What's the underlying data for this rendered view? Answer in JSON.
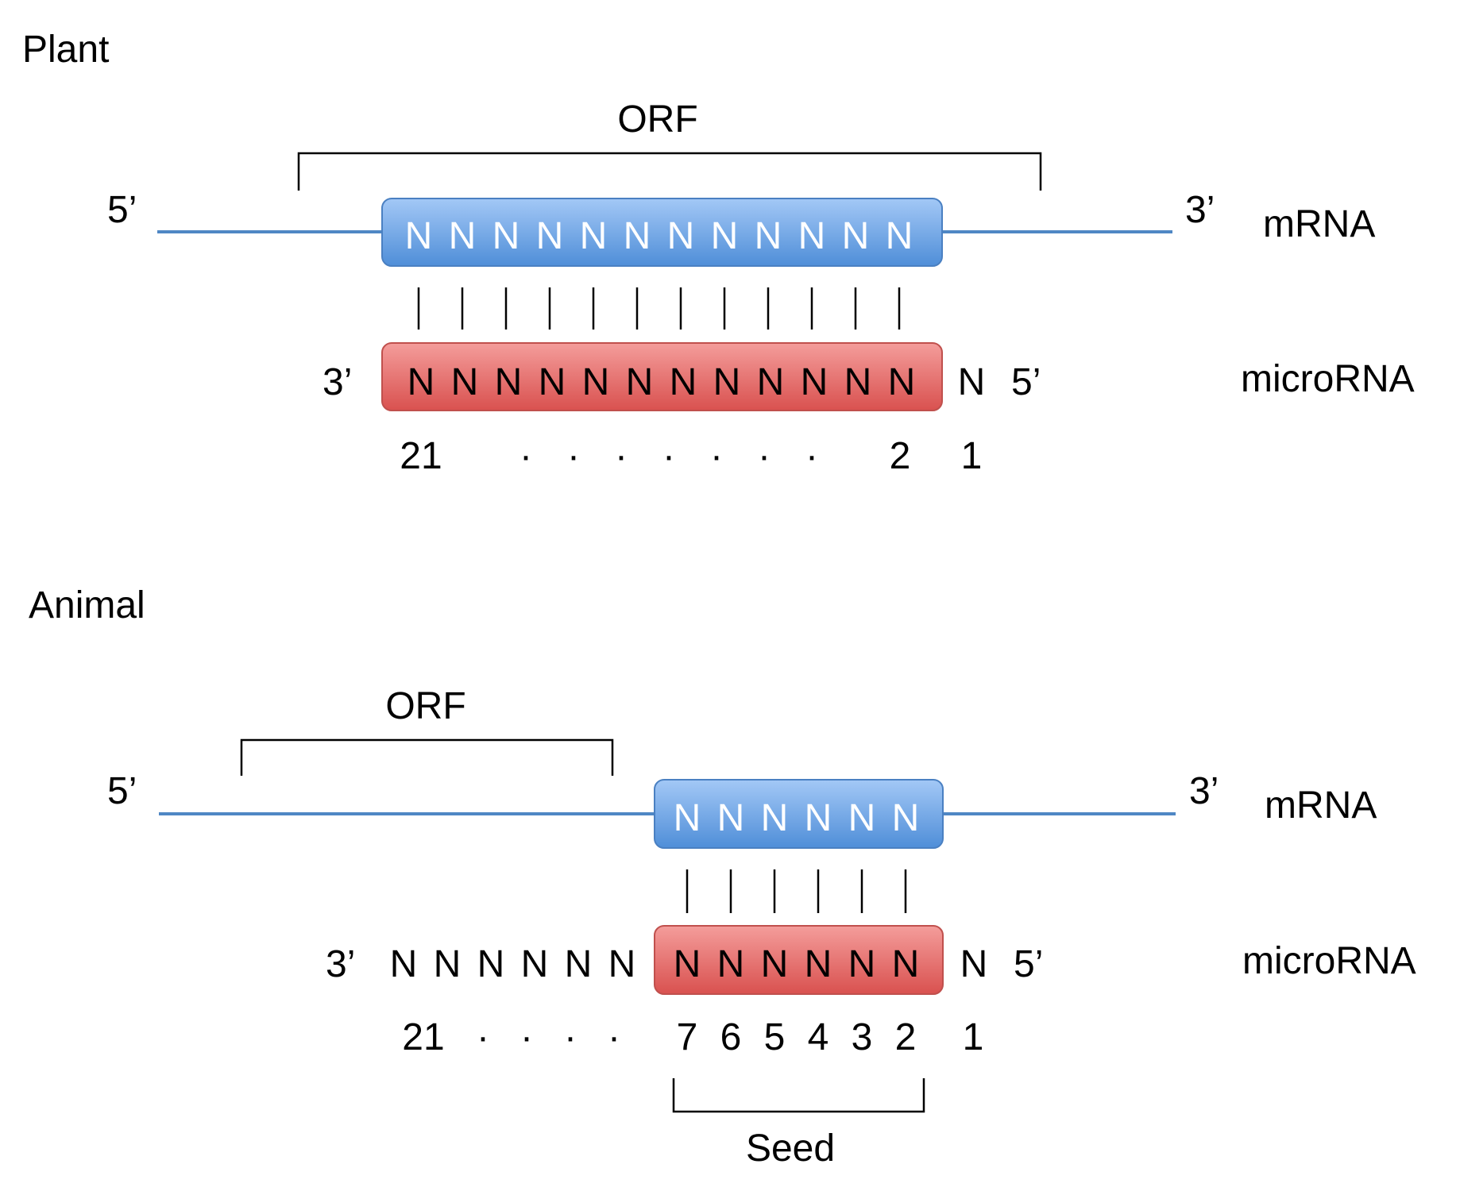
{
  "colors": {
    "mrna_line": "#4f87c4",
    "mrna_box_top": "#a3c8f6",
    "mrna_box_bottom": "#4f8ed8",
    "mrna_box_stroke": "#4a80c2",
    "mirna_box_top": "#f49d9b",
    "mirna_box_bottom": "#d9514f",
    "mirna_box_stroke": "#c0504d",
    "text": "#000000",
    "box_text": "#ffffff"
  },
  "plant": {
    "title": "Plant",
    "orf_label": "ORF",
    "mrna_5prime": "5’",
    "mrna_3prime": "3’",
    "mrna_label": "mRNA",
    "mrna_box_nucleotides": [
      "N",
      "N",
      "N",
      "N",
      "N",
      "N",
      "N",
      "N",
      "N",
      "N",
      "N",
      "N"
    ],
    "mirna_3prime": "3’",
    "mirna_box_nucleotides": [
      "N",
      "N",
      "N",
      "N",
      "N",
      "N",
      "N",
      "N",
      "N",
      "N",
      "N",
      "N"
    ],
    "mirna_outside_nucleotide": "N",
    "mirna_5prime": "5’",
    "mirna_label": "microRNA",
    "position_start": "21",
    "position_dots": [
      "·",
      "·",
      "·",
      "·",
      "·",
      "·",
      "·"
    ],
    "position_two": "2",
    "position_one": "1"
  },
  "animal": {
    "title": "Animal",
    "orf_label": "ORF",
    "mrna_5prime": "5’",
    "mrna_3prime": "3’",
    "mrna_label": "mRNA",
    "mrna_box_nucleotides": [
      "N",
      "N",
      "N",
      "N",
      "N",
      "N"
    ],
    "mirna_3prime": "3’",
    "mirna_unpaired_nucleotides": [
      "N",
      "N",
      "N",
      "N",
      "N",
      "N"
    ],
    "mirna_box_nucleotides": [
      "N",
      "N",
      "N",
      "N",
      "N",
      "N"
    ],
    "mirna_outside_nucleotide": "N",
    "mirna_5prime": "5’",
    "mirna_label": "microRNA",
    "position_start": "21",
    "position_dots": [
      "·",
      "·",
      "·",
      "·"
    ],
    "seed_positions": [
      "7",
      "6",
      "5",
      "4",
      "3",
      "2"
    ],
    "position_one": "1",
    "seed_label": "Seed"
  }
}
